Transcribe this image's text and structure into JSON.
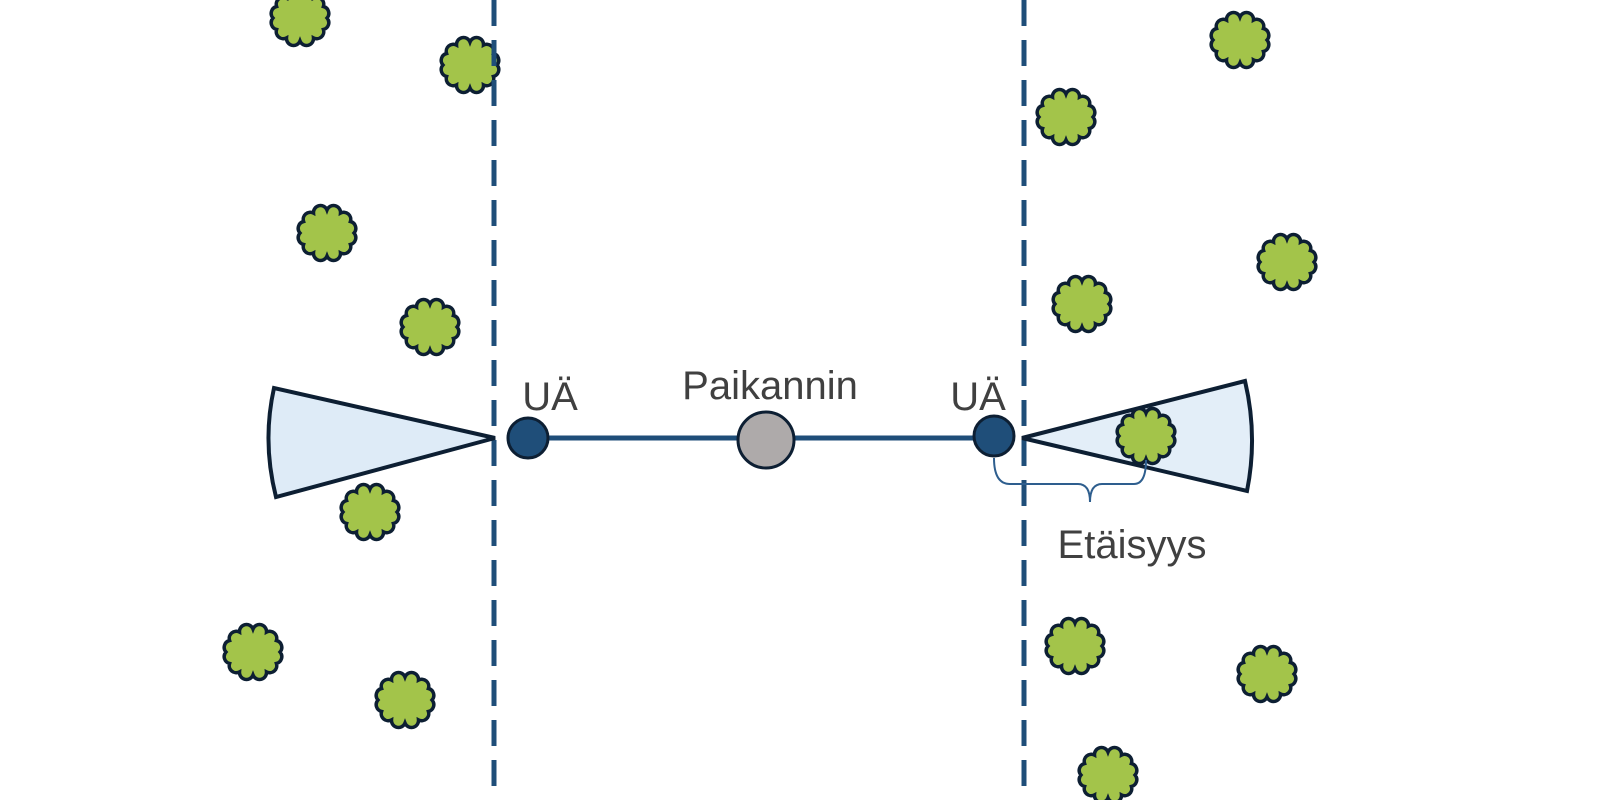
{
  "labels": {
    "ue_left": "UÄ",
    "locator": "Paikannin",
    "ue_right": "UÄ",
    "distance": "Etäisyys"
  },
  "colors": {
    "road_edge": "#1f4e79",
    "ue_fill": "#1f4e79",
    "locator_fill": "#aeaaaa",
    "cone_fill": "#deebf7",
    "bush_fill": "#a3c44a",
    "outline": "#0d1f33",
    "text": "#404040"
  },
  "bush_count": 15
}
